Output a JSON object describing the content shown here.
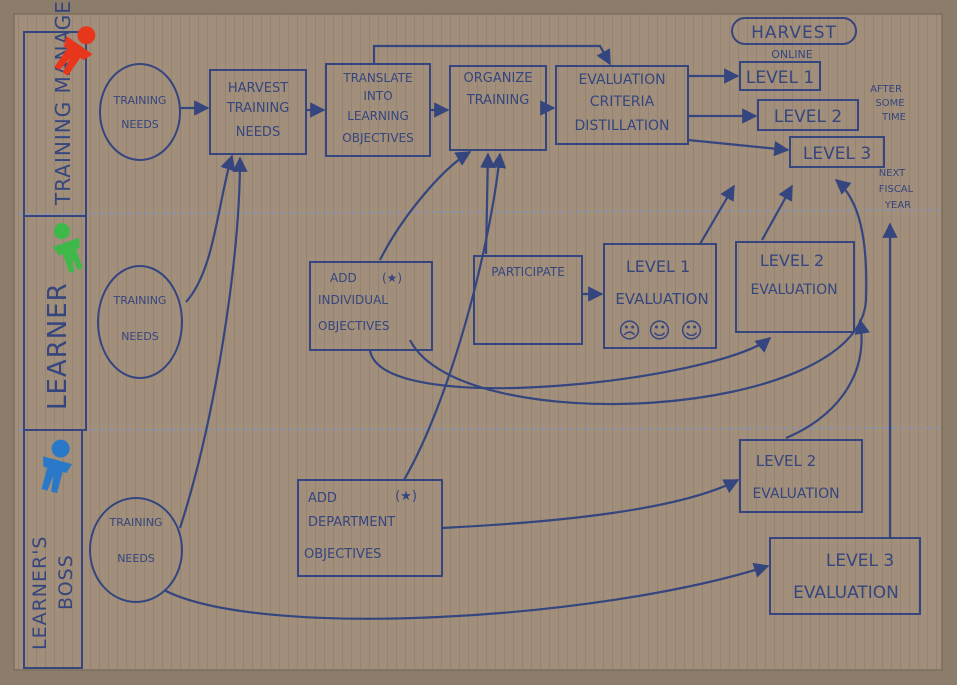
{
  "lanes": {
    "manager": "Training Manager",
    "learner": "Learner",
    "boss_line1": "Learner's",
    "boss_line2": "Boss"
  },
  "needs": {
    "line1": "Training",
    "line2": "Needs"
  },
  "top_process": {
    "harvest": [
      "Harvest",
      "Training",
      "Needs"
    ],
    "translate": [
      "Translate",
      "into",
      "Learning",
      "Objectives"
    ],
    "organize": [
      "Organize",
      "Training"
    ],
    "evaluation": [
      "Evaluation",
      "Criteria",
      "Distillation"
    ]
  },
  "harvest_label": {
    "title": "Harvest",
    "online": "Online"
  },
  "levels": {
    "level1": "Level 1",
    "level2": "Level 2",
    "level3": "Level 3",
    "after_some_time": [
      "After",
      "Some",
      "Time"
    ],
    "next_fiscal_year": [
      "Next",
      "Fiscal",
      "Year"
    ]
  },
  "learner_lane": {
    "add_individual": [
      "Add",
      "(★)",
      "Individual",
      "Objectives"
    ],
    "participate": "Participate",
    "level1_eval": [
      "Level 1",
      "Evaluation"
    ],
    "faces": [
      "☹",
      "☺",
      "☺"
    ],
    "level2_eval": [
      "Level 2",
      "Evaluation"
    ]
  },
  "boss_lane": {
    "add_department": [
      "Add",
      "(★)",
      "Department",
      "Objectives"
    ],
    "level2_eval": [
      "Level 2",
      "Evaluation"
    ],
    "level3_eval": [
      "Level 3",
      "Evaluation"
    ]
  },
  "colors": {
    "cardboard": "#a18f7c",
    "ink": "#35457e",
    "figure_red": "#e8361c",
    "figure_green": "#3fb84a",
    "figure_blue": "#2a78c8"
  }
}
